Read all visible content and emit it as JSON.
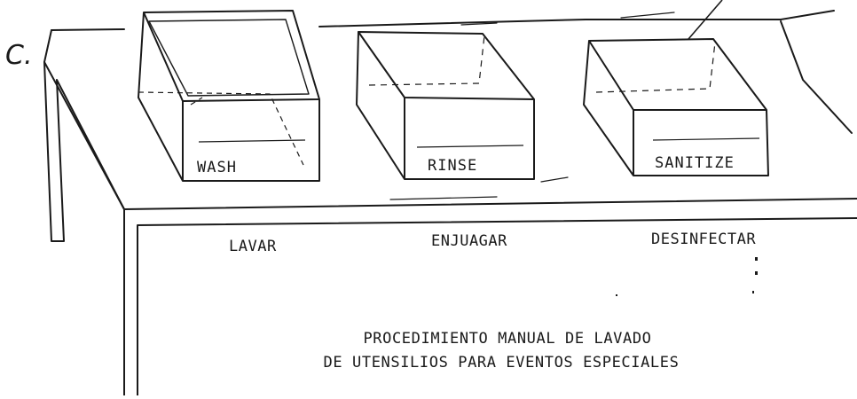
{
  "diagram": {
    "corner_mark": "C.",
    "tubs": [
      {
        "id": "wash",
        "english": "WASH",
        "spanish": "LAVAR"
      },
      {
        "id": "rinse",
        "english": "RINSE",
        "spanish": "ENJUAGAR"
      },
      {
        "id": "sanitize",
        "english": "SANITIZE",
        "spanish": "DESINFECTAR"
      }
    ],
    "title_line1": "PROCEDIMIENTO MANUAL DE LAVADO",
    "title_line2": "DE UTENSILIOS PARA EVENTOS ESPECIALES"
  }
}
